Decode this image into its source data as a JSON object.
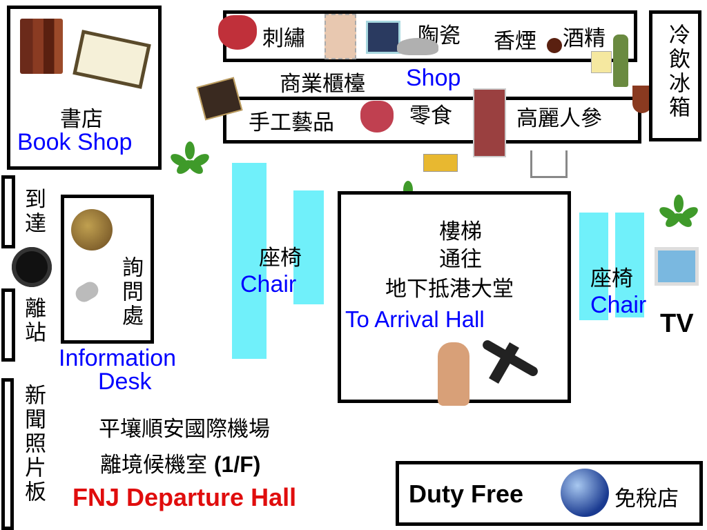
{
  "book_shop": {
    "zh": "書店",
    "en": "Book Shop"
  },
  "shop_counter": {
    "top_row": [
      "刺繡",
      "陶瓷",
      "香煙",
      "酒精"
    ],
    "middle_zh": "商業櫃檯",
    "middle_en": "Shop",
    "bottom_row": [
      "手工藝品",
      "零食",
      "高麗人參"
    ]
  },
  "cold_drinks": {
    "zh": "冷飲冰箱"
  },
  "arrival": {
    "zh": "到達"
  },
  "departure": {
    "zh": "離站"
  },
  "news_board": {
    "zh": "新聞照片板"
  },
  "info_desk": {
    "zh": "詢問處",
    "en_line1": "Information",
    "en_line2": "Desk"
  },
  "chairs_left": {
    "zh": "座椅",
    "en": "Chair"
  },
  "chairs_right": {
    "zh": "座椅",
    "en": "Chair"
  },
  "stairs": {
    "line1": "樓梯",
    "line2": "通往",
    "line3": "地下抵港大堂",
    "en": "To Arrival Hall"
  },
  "tv": {
    "label": "TV"
  },
  "title": {
    "line1": "平壤順安國際機場",
    "line2_zh": "離境候機室",
    "line2_en": "(1/F)",
    "en": "FNJ Departure Hall"
  },
  "duty_free": {
    "en": "Duty Free",
    "zh": "免稅店"
  },
  "colors": {
    "accent_blue": "#0000ff",
    "title_red": "#e00d0d",
    "chair": "#70f0fa"
  }
}
